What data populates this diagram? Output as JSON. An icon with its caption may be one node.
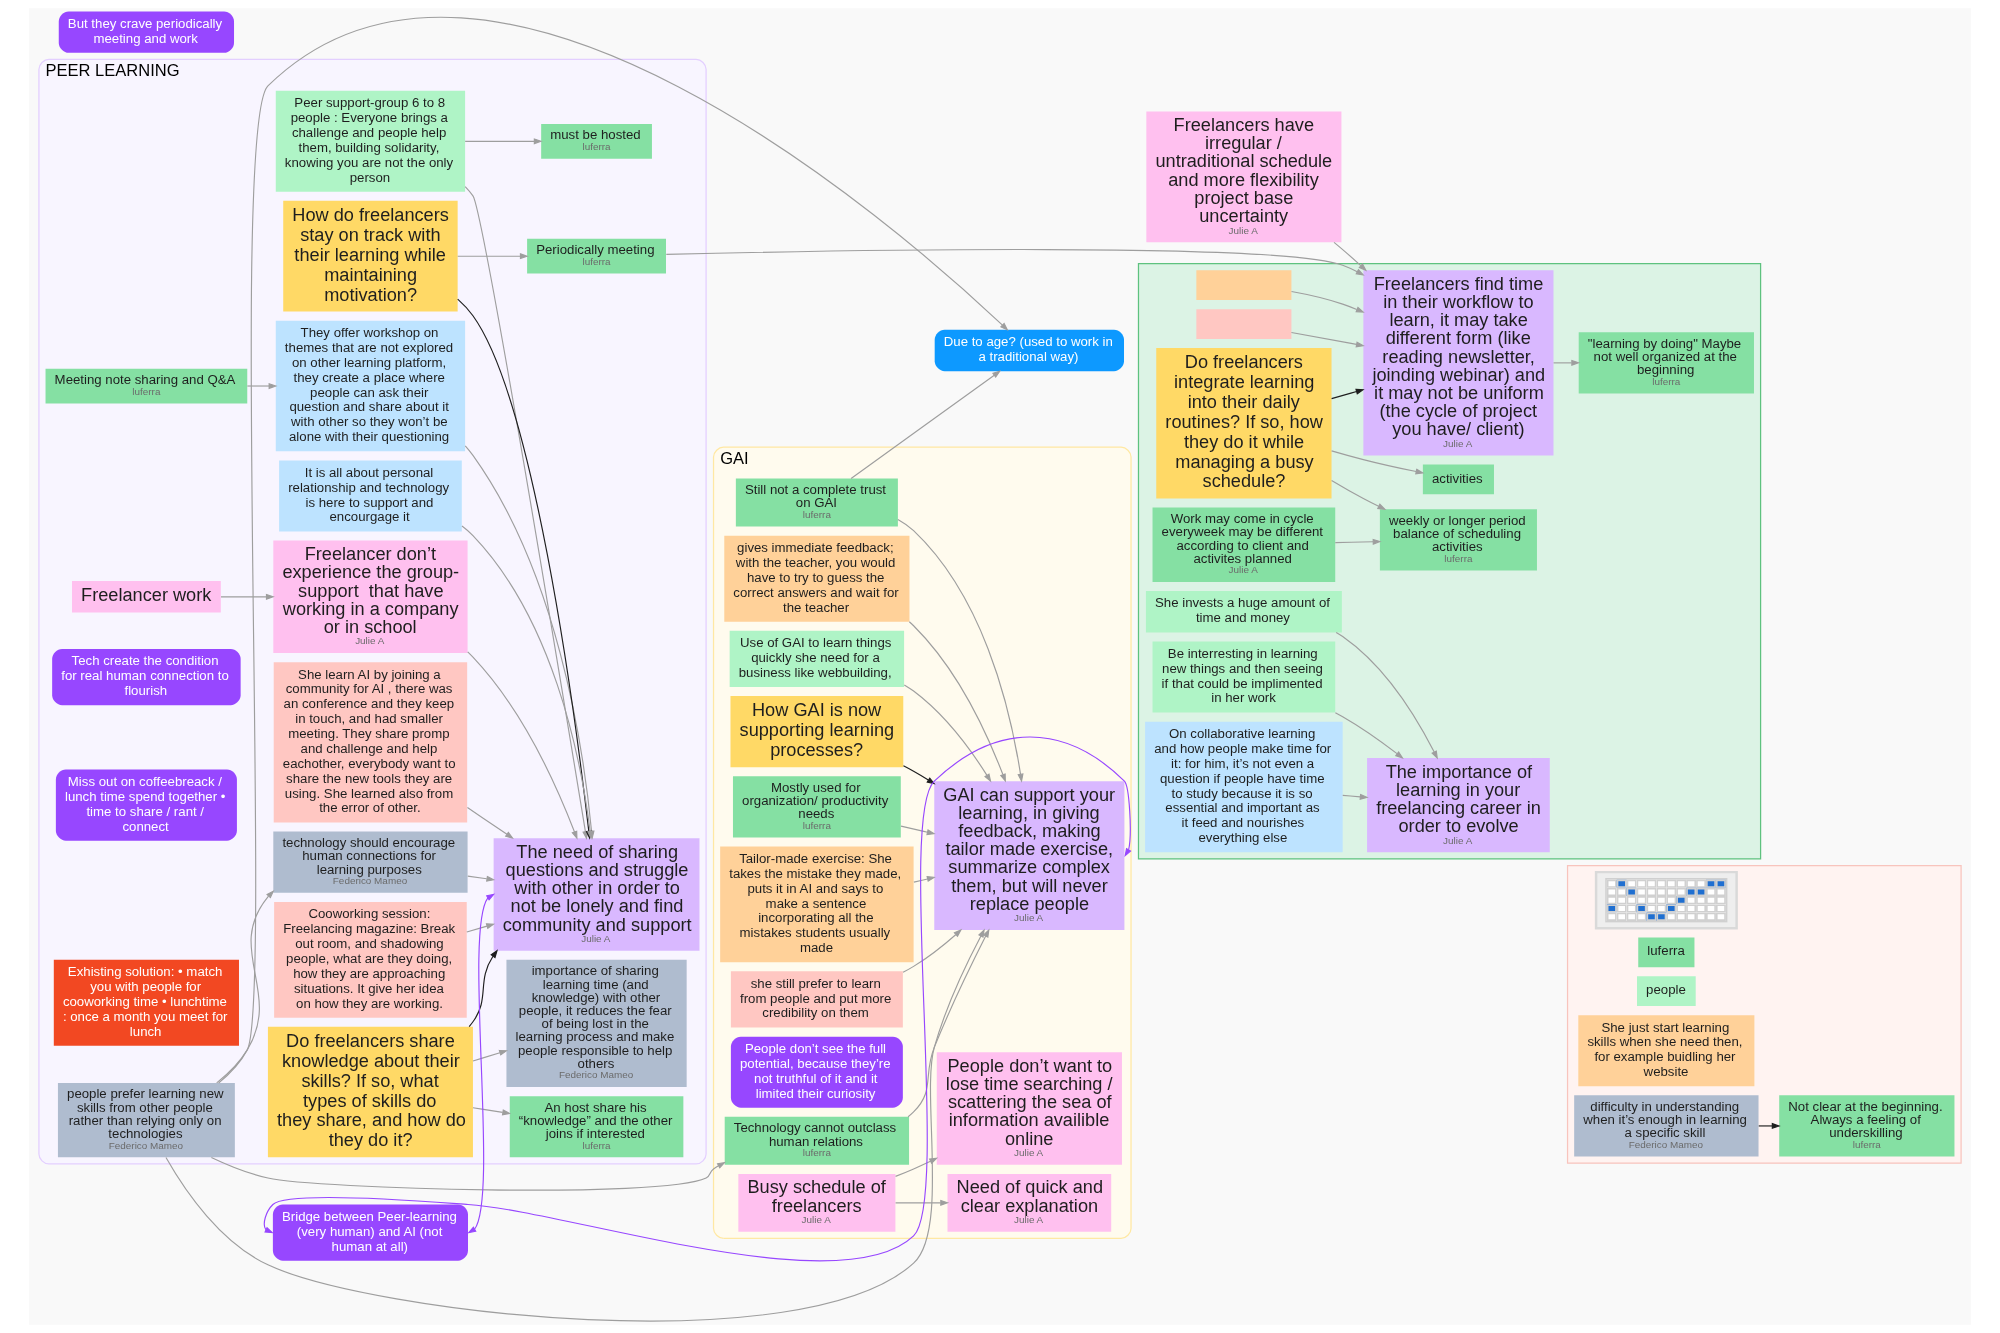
{
  "diagram": {
    "nodes": [
      {
        "text": [],
        "shape": "box"
      },
      {
        "text": [
          "activities"
        ],
        "in": 0
      },
      {
        "text": [],
        "shape": "box",
        "in": 0
      },
      {
        "text": [],
        "shape": "box",
        "in": 0
      },
      {
        "text": [
          "Do freelancers integrate learning into their daily routines? If so, how they do it while managing a busy schedule?"
        ],
        "in": 0
      },
      {
        "text": [
          "weekly or longer period balance of scheduling activities",
          "luferra"
        ],
        "in": 0
      },
      {
        "text": [
          "Work may come in cycle everyweek may be different according to client and activites planned",
          "Julie A"
        ],
        "in": 0
      },
      {
        "text": [
          "\"learning by doing\" Maybe not well organized at the beginning",
          "luferra"
        ],
        "in": 0
      },
      {
        "text": [
          "Freelancers find time in their workflow to learn, it may take different form (like reading newsletter, joinding webinar) and it may not be uniform (the cycle of project you have/ client)",
          "Julie A"
        ],
        "in": 0
      },
      {
        "text": [
          "Freelancers have irregular / untraditional schedule and more flexibility project base uncertainty",
          "Julie A"
        ]
      },
      {
        "text": [
          "But they crave periodically meeting and work"
        ]
      },
      {
        "text": [
          "She invests a huge amount of time and money"
        ],
        "in": 0
      },
      {
        "text": [
          "Be interresting in learning new things and then seeing if that could be implimented in her work"
        ],
        "in": 0
      },
      {
        "text": [
          "The importance of learning in your freelancing career in order to evolve",
          "Julie A"
        ],
        "in": 0
      },
      {
        "text": [
          "On collaborative learning and how people make time for it: for him, it’s not even a question if people have time to study because it is so essential and important as it feed and nourishes everything else"
        ],
        "in": 0
      },
      {
        "text": [],
        "shape": "box"
      },
      {
        "text": [],
        "shape": "picture",
        "in": 15
      },
      {
        "text": [
          "luferra"
        ],
        "in": 15
      },
      {
        "text": [
          "people"
        ],
        "in": 15
      },
      {
        "text": [
          "She just start learning skills when she need then, for example buidling her website"
        ],
        "in": 15
      },
      {
        "text": [
          "difficulty in understanding when it’s enough in learning a specific skill",
          "Federico Mameo"
        ],
        "in": 15
      },
      {
        "text": [
          "Not clear at the beginning. Always a feeling of underskilling",
          "luferra"
        ],
        "in": 15
      },
      {
        "text": [
          "PEER LEARNING"
        ]
      },
      {
        "text": [
          "Periodically meeting",
          "luferra"
        ],
        "in": 22
      },
      {
        "text": [
          "She learn AI by joining a community for AI , there was an conference and they keep in touch, and had smaller meeting. They share promp and challenge and help eachother, everybody want to share the new tools they are using. She learned also from the error of other."
        ],
        "in": 22
      },
      {
        "text": [
          "Meeting note sharing and Q&A",
          "luferra"
        ],
        "in": 22
      },
      {
        "text": [
          "They offer workshop on themes that are not explored on other learning platform, they create a place where people can ask their question and share about it with other so they won’t be alone with their questioning"
        ],
        "in": 22
      },
      {
        "text": [
          "Cooworking session: Freelancing magazine: Break out room, and shadowing people, what are they doing, how they are approaching situations. It give her idea on how they are working."
        ],
        "in": 22
      },
      {
        "text": [
          "must be hosted",
          "luferra"
        ],
        "in": 22
      },
      {
        "text": [
          "Peer support-group 6 to 8 people : Everyone brings a challenge and people help them, building solidarity, knowing you are not the only person"
        ],
        "in": 22
      },
      {
        "text": [
          "An host share his “knowledge” and the other joins if interested",
          "luferra"
        ],
        "in": 22
      },
      {
        "text": [
          "How do freelancers stay on track with their learning while maintaining motivation?"
        ],
        "in": 22
      },
      {
        "text": [
          "The need of sharing questions and struggle with other in order to not be lonely and find community and support",
          "Julie A"
        ],
        "in": 22
      },
      {
        "text": [
          "Do freelancers share knowledge about their skills? If so, what types of skills do they share, and how do they do it?"
        ],
        "in": 22
      },
      {
        "text": [
          "importance of sharing learning time (and knowledge) with other people, it reduces the fear of being lost in the learning process and make people responsible to help others",
          "Federico Mameo"
        ],
        "in": 22
      },
      {
        "text": [
          "technology should encourage human connections for learning purposes",
          "Federico Mameo"
        ],
        "in": 22
      },
      {
        "text": [
          "people prefer learning new skills from other people rather than relying only on technologies",
          "Federico Mameo"
        ],
        "in": 22
      },
      {
        "text": [
          "Tech create the condition for real human connection to flourish"
        ],
        "in": 22
      },
      {
        "text": [
          "It is all about personal relationship and technology is here to support and encourgage it"
        ],
        "in": 22
      },
      {
        "text": [
          "Miss out on coffeebreack / lunch time spend together • time to share / rant / connect"
        ],
        "in": 22
      },
      {
        "text": [
          "Exhisting solution: • match you with people for cooworking time • lunchtime : once a month you meet for lunch"
        ],
        "in": 22
      },
      {
        "text": [
          "Freelancer don’t experience the group-support  that have working in a company or in school",
          "Julie A"
        ],
        "in": 22
      },
      {
        "text": [
          "Freelancer work"
        ],
        "in": 22
      },
      {
        "text": [
          "GAI"
        ]
      },
      {
        "text": [
          "Tailor-made exercise: She takes the mistake they made, puts it in AI and says to make a sentence incorporating all the mistakes students usually made"
        ],
        "in": 43
      },
      {
        "text": [
          "gives immediate feedback; with the teacher, you would have to try to guess the correct answers and wait for the teacher"
        ],
        "in": 43
      },
      {
        "text": [
          "Use of GAI to learn things quickly she need for a business like webbuilding,"
        ],
        "in": 43
      },
      {
        "text": [
          "How GAI is now supporting learning processes?"
        ],
        "in": 43
      },
      {
        "text": [
          "GAI can support your learning, in giving feedback, making tailor made exercise, summarize complex them, but will never replace people",
          "Julie A"
        ],
        "in": 43
      },
      {
        "text": [
          "Still not a complete trust on GAI",
          "luferra"
        ],
        "in": 43
      },
      {
        "text": [
          "Mostly used for organization/ productivity needs",
          "luferra"
        ],
        "in": 43
      },
      {
        "text": [
          "Technology cannot outclass human relations",
          "luferra"
        ],
        "in": 43
      },
      {
        "text": [
          "People don’t see the full potential, because they’re not truthful of it and it limited their curiosity"
        ],
        "in": 43
      },
      {
        "text": [
          "she still prefer to learn from people and put more credibility on them"
        ],
        "in": 43
      },
      {
        "text": [
          "Need of quick and clear explanation",
          "Julie A"
        ],
        "in": 43
      },
      {
        "text": [
          "People don’t want to lose time searching / scattering the sea of information availible online",
          "Julie A"
        ],
        "in": 43
      },
      {
        "text": [
          "Busy schedule of freelancers",
          "Julie A"
        ],
        "in": 43
      },
      {
        "text": [
          "Bridge between Peer-learning (very human) and AI (not human at all)"
        ]
      },
      {
        "text": [
          "Due to age? (used to work in a traditional way)"
        ]
      }
    ],
    "edges": [
      {
        "from": 4,
        "to": 1,
        "arrow": "to"
      },
      {
        "from": 4,
        "to": 5,
        "arrow": "to"
      },
      {
        "from": 6,
        "to": 5,
        "arrow": "to"
      },
      {
        "from": 4,
        "to": 8,
        "arrow": "to",
        "color": "#1e1e1e"
      },
      {
        "from": 8,
        "to": 7,
        "arrow": "to"
      },
      {
        "from": 2,
        "to": 8,
        "arrow": "to"
      },
      {
        "from": 3,
        "to": 8,
        "arrow": "to"
      },
      {
        "from": 9,
        "to": 8,
        "arrow": "to"
      },
      {
        "from": 23,
        "to": 8,
        "arrow": "to"
      },
      {
        "from": 11,
        "to": 13,
        "arrow": "to"
      },
      {
        "from": 12,
        "to": 13,
        "arrow": "to"
      },
      {
        "from": 14,
        "to": 13,
        "arrow": "to"
      },
      {
        "from": 20,
        "to": 21,
        "arrow": "to",
        "color": "#1e1e1e"
      },
      {
        "from": 31,
        "to": 23,
        "arrow": "to"
      },
      {
        "from": 33,
        "to": 30,
        "arrow": "to"
      },
      {
        "from": 24,
        "to": 32,
        "arrow": "to"
      },
      {
        "from": 27,
        "to": 32,
        "arrow": "to"
      },
      {
        "from": 26,
        "to": 32,
        "arrow": "to"
      },
      {
        "from": 29,
        "to": 32,
        "arrow": "to"
      },
      {
        "from": 29,
        "to": 28,
        "arrow": "to"
      },
      {
        "from": 25,
        "to": 26,
        "arrow": "to"
      },
      {
        "from": 33,
        "to": 32,
        "arrow": "to",
        "color": "#1e1e1e"
      },
      {
        "from": 33,
        "to": 34,
        "arrow": "to"
      },
      {
        "from": 31,
        "to": 32,
        "arrow": "to",
        "color": "#1e1e1e"
      },
      {
        "from": 57,
        "to": 48,
        "arrow": "both",
        "color": "#9747ff"
      },
      {
        "from": 57,
        "to": 32,
        "arrow": "both",
        "color": "#9747ff"
      },
      {
        "from": 36,
        "to": 51,
        "arrow": "to"
      },
      {
        "from": 36,
        "to": 48,
        "arrow": "to"
      },
      {
        "from": 36,
        "to": 35,
        "arrow": "to"
      },
      {
        "from": 36,
        "to": 58,
        "arrow": "to"
      },
      {
        "from": 35,
        "to": 32,
        "arrow": "to"
      },
      {
        "from": 41,
        "to": 32,
        "arrow": "to"
      },
      {
        "from": 38,
        "to": 32,
        "arrow": "to"
      },
      {
        "from": 42,
        "to": 41,
        "arrow": "to"
      },
      {
        "from": 49,
        "to": 48,
        "arrow": "to"
      },
      {
        "from": 50,
        "to": 48,
        "arrow": "to"
      },
      {
        "from": 51,
        "to": 48,
        "arrow": "to"
      },
      {
        "from": 49,
        "to": 58,
        "arrow": "to"
      },
      {
        "from": 44,
        "to": 48,
        "arrow": "to"
      },
      {
        "from": 45,
        "to": 48,
        "arrow": "to"
      },
      {
        "from": 46,
        "to": 48,
        "arrow": "to"
      },
      {
        "from": 47,
        "to": 48,
        "arrow": "to",
        "color": "#1e1e1e"
      },
      {
        "from": 53,
        "to": 48,
        "arrow": "to"
      },
      {
        "from": 56,
        "to": 54,
        "arrow": "to"
      },
      {
        "from": 56,
        "to": 55,
        "arrow": "to"
      }
    ]
  }
}
